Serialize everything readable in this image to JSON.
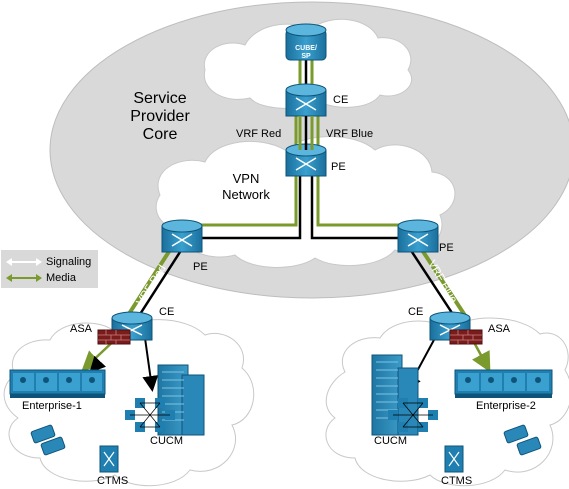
{
  "labels": {
    "core": [
      "Service",
      "Provider",
      "Core"
    ],
    "vpn": [
      "VPN",
      "Network"
    ],
    "cube": [
      "CUBE/",
      "SP"
    ],
    "ce_top": "CE",
    "vrf_red_top": "VRF Red",
    "vrf_blue_top": "VRF Blue",
    "pe_top": "PE",
    "pe_left": "PE",
    "pe_right": "PE",
    "vrf_red_diag": "VRF Red",
    "vrf_blue_diag": "VRF Blue",
    "ce_left": "CE",
    "ce_right": "CE",
    "asa_left": "ASA",
    "asa_right": "ASA",
    "enterprise1": "Enterprise-1",
    "enterprise2": "Enterprise-2",
    "cucm_left": "CUCM",
    "cucm_right": "CUCM",
    "ctms_left": "CTMS",
    "ctms_right": "CTMS"
  },
  "legend": {
    "signaling": "Signaling",
    "media": "Media"
  },
  "colors": {
    "core_ellipse": "#d9d9d9",
    "router_blue": "#1e7fb0",
    "media_green": "#7a9a2e",
    "signaling": "#000000",
    "firewall_red": "#8b1a1a"
  }
}
